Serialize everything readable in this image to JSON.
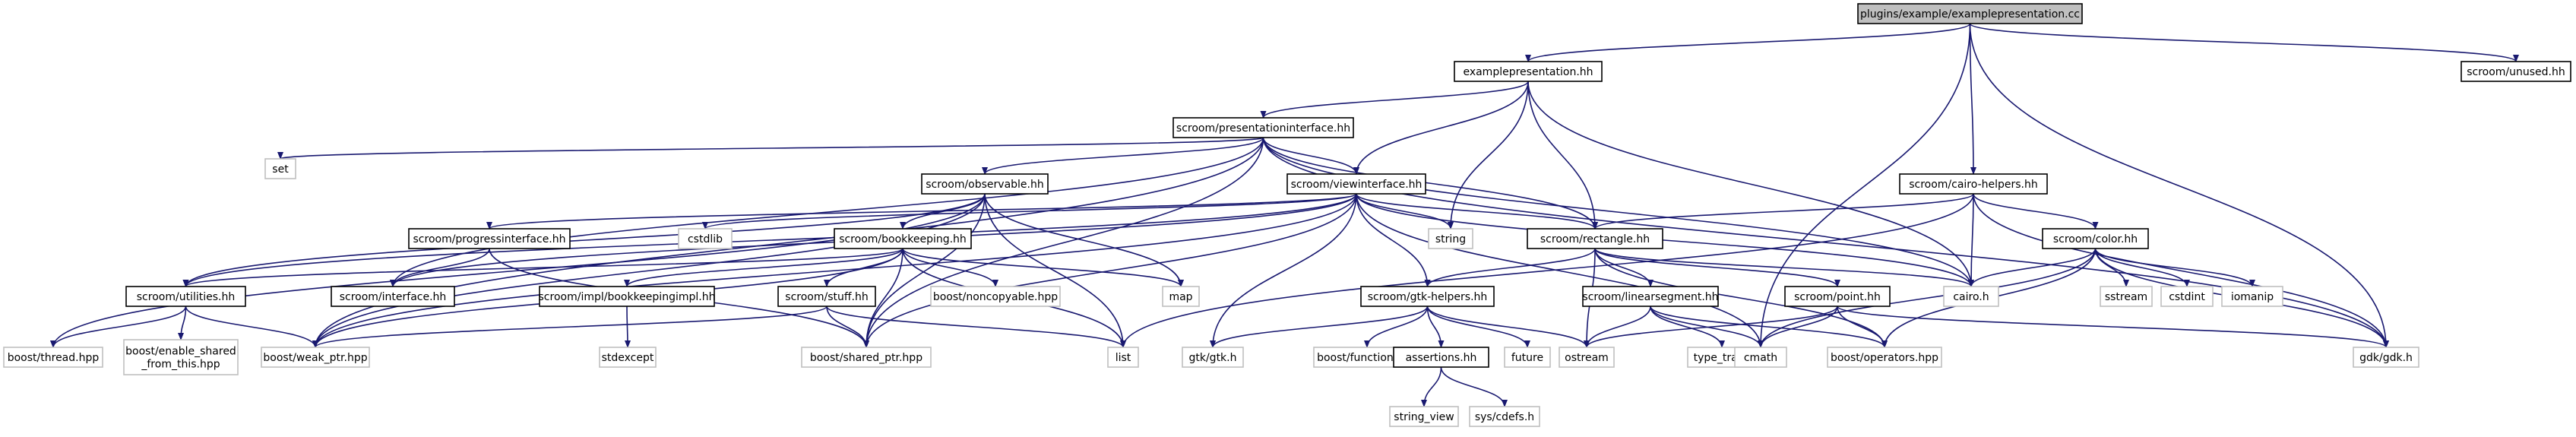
{
  "diagram": {
    "edge_color": "#191970",
    "root_fill": "#bfbfbf",
    "node_border": "#000000",
    "external_border": "#bfbfbf",
    "nodes": [
      {
        "id": "root",
        "label": "plugins/example/examplepresentation.cc",
        "kind": "root"
      },
      {
        "id": "ep",
        "label": "examplepresentation.hh",
        "kind": "doc"
      },
      {
        "id": "unused",
        "label": "scroom/unused.hh",
        "kind": "doc"
      },
      {
        "id": "pi",
        "label": "scroom/presentationinterface.hh",
        "kind": "doc"
      },
      {
        "id": "cairohelp",
        "label": "scroom/cairo-helpers.hh",
        "kind": "doc"
      },
      {
        "id": "set",
        "label": "set",
        "kind": "ext"
      },
      {
        "id": "obs",
        "label": "scroom/observable.hh",
        "kind": "doc"
      },
      {
        "id": "vi",
        "label": "scroom/viewinterface.hh",
        "kind": "doc"
      },
      {
        "id": "string",
        "label": "string",
        "kind": "ext"
      },
      {
        "id": "rect",
        "label": "scroom/rectangle.hh",
        "kind": "doc"
      },
      {
        "id": "color",
        "label": "scroom/color.hh",
        "kind": "doc"
      },
      {
        "id": "progress",
        "label": "scroom/progressinterface.hh",
        "kind": "doc"
      },
      {
        "id": "bookkeeping",
        "label": "scroom/bookkeeping.hh",
        "kind": "doc"
      },
      {
        "id": "cstdlib",
        "label": "cstdlib",
        "kind": "ext"
      },
      {
        "id": "map",
        "label": "map",
        "kind": "ext"
      },
      {
        "id": "cairo",
        "label": "cairo.h",
        "kind": "ext"
      },
      {
        "id": "sstream",
        "label": "sstream",
        "kind": "ext"
      },
      {
        "id": "cstdint",
        "label": "cstdint",
        "kind": "ext"
      },
      {
        "id": "iomanip",
        "label": "iomanip",
        "kind": "ext"
      },
      {
        "id": "utilities",
        "label": "scroom/utilities.hh",
        "kind": "doc"
      },
      {
        "id": "interface",
        "label": "scroom/interface.hh",
        "kind": "doc"
      },
      {
        "id": "bkimpl",
        "label": "scroom/impl/bookkeepingimpl.hh",
        "kind": "doc"
      },
      {
        "id": "noncopy",
        "label": "boost/noncopyable.hpp",
        "kind": "ext"
      },
      {
        "id": "stuff",
        "label": "scroom/stuff.hh",
        "kind": "doc"
      },
      {
        "id": "gtkhelp",
        "label": "scroom/gtk-helpers.hh",
        "kind": "doc"
      },
      {
        "id": "linseg",
        "label": "scroom/linearsegment.hh",
        "kind": "doc"
      },
      {
        "id": "point",
        "label": "scroom/point.hh",
        "kind": "doc"
      },
      {
        "id": "thread",
        "label": "boost/thread.hpp",
        "kind": "ext"
      },
      {
        "id": "enable",
        "label": "boost/enable_shared\n_from_this.hpp",
        "kind": "ext"
      },
      {
        "id": "weak",
        "label": "boost/weak_ptr.hpp",
        "kind": "ext"
      },
      {
        "id": "stdexcept",
        "label": "stdexcept",
        "kind": "ext"
      },
      {
        "id": "shared",
        "label": "boost/shared_ptr.hpp",
        "kind": "ext"
      },
      {
        "id": "list",
        "label": "list",
        "kind": "ext"
      },
      {
        "id": "gtk",
        "label": "gtk/gtk.h",
        "kind": "ext"
      },
      {
        "id": "function",
        "label": "boost/function.hpp",
        "kind": "ext"
      },
      {
        "id": "assertions",
        "label": "assertions.hh",
        "kind": "doc"
      },
      {
        "id": "future",
        "label": "future",
        "kind": "ext"
      },
      {
        "id": "ostream",
        "label": "ostream",
        "kind": "ext"
      },
      {
        "id": "typetraits",
        "label": "type_traits",
        "kind": "ext"
      },
      {
        "id": "cmath",
        "label": "cmath",
        "kind": "ext"
      },
      {
        "id": "operators",
        "label": "boost/operators.hpp",
        "kind": "ext"
      },
      {
        "id": "gdk",
        "label": "gdk/gdk.h",
        "kind": "ext"
      },
      {
        "id": "stringview",
        "label": "string_view",
        "kind": "ext"
      },
      {
        "id": "cdefs",
        "label": "sys/cdefs.h",
        "kind": "ext"
      }
    ],
    "edges": [
      [
        "root",
        "ep"
      ],
      [
        "root",
        "unused"
      ],
      [
        "root",
        "cairohelp"
      ],
      [
        "root",
        "cmath"
      ],
      [
        "root",
        "gdk"
      ],
      [
        "ep",
        "pi"
      ],
      [
        "ep",
        "vi"
      ],
      [
        "ep",
        "string"
      ],
      [
        "ep",
        "rect"
      ],
      [
        "ep",
        "cairo"
      ],
      [
        "pi",
        "set"
      ],
      [
        "pi",
        "obs"
      ],
      [
        "pi",
        "vi"
      ],
      [
        "pi",
        "interface"
      ],
      [
        "pi",
        "rect"
      ],
      [
        "pi",
        "cairo"
      ],
      [
        "pi",
        "shared"
      ],
      [
        "pi",
        "weak"
      ],
      [
        "pi",
        "gdk"
      ],
      [
        "obs",
        "bookkeeping"
      ],
      [
        "obs",
        "utilities"
      ],
      [
        "obs",
        "map"
      ],
      [
        "obs",
        "list"
      ],
      [
        "obs",
        "shared"
      ],
      [
        "obs",
        "weak"
      ],
      [
        "obs",
        "thread"
      ],
      [
        "vi",
        "progress"
      ],
      [
        "vi",
        "cstdlib"
      ],
      [
        "vi",
        "string"
      ],
      [
        "vi",
        "rect"
      ],
      [
        "vi",
        "gtkhelp"
      ],
      [
        "vi",
        "interface"
      ],
      [
        "vi",
        "utilities"
      ],
      [
        "vi",
        "shared"
      ],
      [
        "vi",
        "weak"
      ],
      [
        "vi",
        "gtk"
      ],
      [
        "vi",
        "cmath"
      ],
      [
        "vi",
        "cairo"
      ],
      [
        "cairohelp",
        "rect"
      ],
      [
        "cairohelp",
        "color"
      ],
      [
        "cairohelp",
        "cairo"
      ],
      [
        "cairohelp",
        "gdk"
      ],
      [
        "cairohelp",
        "list"
      ],
      [
        "rect",
        "linseg"
      ],
      [
        "rect",
        "point"
      ],
      [
        "rect",
        "gtkhelp"
      ],
      [
        "rect",
        "ostream"
      ],
      [
        "rect",
        "operators"
      ],
      [
        "rect",
        "cairo"
      ],
      [
        "color",
        "cairo"
      ],
      [
        "color",
        "sstream"
      ],
      [
        "color",
        "cstdint"
      ],
      [
        "color",
        "iomanip"
      ],
      [
        "color",
        "gdk"
      ],
      [
        "color",
        "cmath"
      ],
      [
        "color",
        "operators"
      ],
      [
        "progress",
        "interface"
      ],
      [
        "progress",
        "shared"
      ],
      [
        "bookkeeping",
        "utilities"
      ],
      [
        "bookkeeping",
        "bkimpl"
      ],
      [
        "bookkeeping",
        "noncopy"
      ],
      [
        "bookkeeping",
        "stuff"
      ],
      [
        "bookkeeping",
        "map"
      ],
      [
        "bookkeeping",
        "list"
      ],
      [
        "bookkeeping",
        "shared"
      ],
      [
        "bookkeeping",
        "weak"
      ],
      [
        "utilities",
        "thread"
      ],
      [
        "utilities",
        "enable"
      ],
      [
        "utilities",
        "weak"
      ],
      [
        "bkimpl",
        "stdexcept"
      ],
      [
        "stuff",
        "shared"
      ],
      [
        "stuff",
        "list"
      ],
      [
        "stuff",
        "weak"
      ],
      [
        "gtkhelp",
        "gtk"
      ],
      [
        "gtkhelp",
        "function"
      ],
      [
        "gtkhelp",
        "assertions"
      ],
      [
        "gtkhelp",
        "future"
      ],
      [
        "gtkhelp",
        "ostream"
      ],
      [
        "linseg",
        "typetraits"
      ],
      [
        "linseg",
        "ostream"
      ],
      [
        "linseg",
        "cmath"
      ],
      [
        "linseg",
        "operators"
      ],
      [
        "point",
        "ostream"
      ],
      [
        "point",
        "cmath"
      ],
      [
        "point",
        "operators"
      ],
      [
        "point",
        "gdk"
      ],
      [
        "assertions",
        "stringview"
      ],
      [
        "assertions",
        "cdefs"
      ]
    ]
  }
}
